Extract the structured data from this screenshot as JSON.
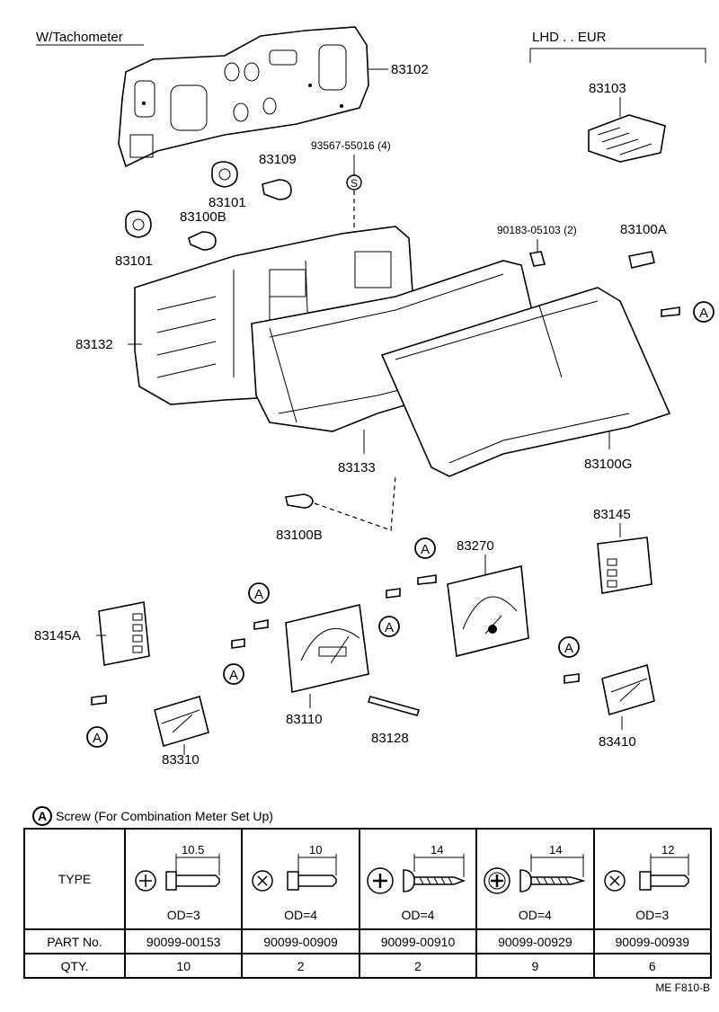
{
  "header": {
    "left_label": "W/Tachometer",
    "right_label": "LHD . . EUR"
  },
  "parts": {
    "p83102": "83102",
    "p83103": "83103",
    "p83109": "83109",
    "p93567": "93567-55016 (4)",
    "p83101a": "83101",
    "p83100b_top": "83100B",
    "p83101b": "83101",
    "p90183": "90183-05103 (2)",
    "p83100a": "83100A",
    "p83132": "83132",
    "p83133": "83133",
    "p83100g": "83100G",
    "p83100b_bot": "83100B",
    "p83145": "83145",
    "p83270": "83270",
    "p83145a": "83145A",
    "p83110": "83110",
    "p83128": "83128",
    "p83310": "83310",
    "p83410": "83410",
    "s_mark": "S",
    "a_mark": "A"
  },
  "screw_table": {
    "title_symbol": "A",
    "title": "Screw (For Combination Meter Set Up)",
    "type_label": "TYPE",
    "part_label": "PART No.",
    "qty_label": "QTY.",
    "columns": [
      {
        "length": "10.5",
        "od": "OD=3",
        "part": "90099-00153",
        "qty": "10"
      },
      {
        "length": "10",
        "od": "OD=4",
        "part": "90099-00909",
        "qty": "2"
      },
      {
        "length": "14",
        "od": "OD=4",
        "part": "90099-00910",
        "qty": "2"
      },
      {
        "length": "14",
        "od": "OD=4",
        "part": "90099-00929",
        "qty": "9"
      },
      {
        "length": "12",
        "od": "OD=3",
        "part": "90099-00939",
        "qty": "6"
      }
    ]
  },
  "footer": {
    "code": "ME F810-B"
  }
}
